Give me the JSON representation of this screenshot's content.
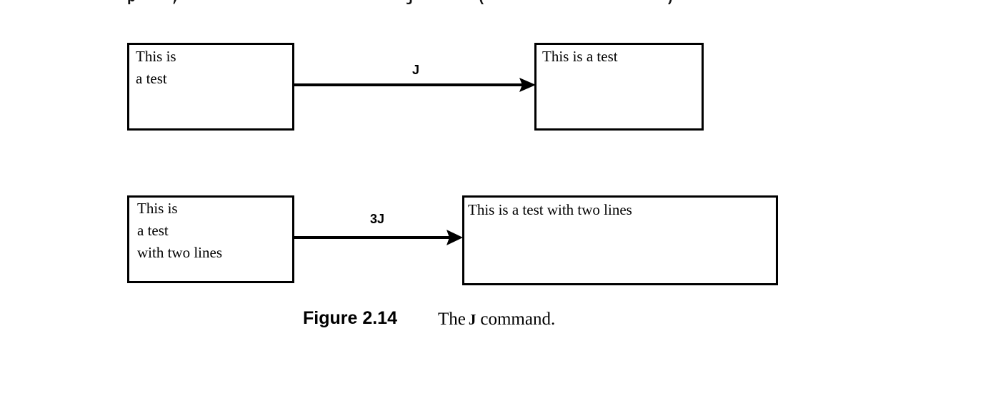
{
  "top_cutoff_fragments": [
    "p",
    ",",
    "j",
    "(",
    ")"
  ],
  "diagram": {
    "row1": {
      "before_lines": [
        "This is",
        "a test"
      ],
      "command": "J",
      "after_lines": [
        "This is a test"
      ]
    },
    "row2": {
      "before_lines": [
        "This is",
        "a test",
        "with two lines"
      ],
      "command": "3J",
      "after_lines": [
        "This is a test with two lines"
      ]
    }
  },
  "caption": {
    "label": "Figure 2.14",
    "text_before": "The",
    "command": "J",
    "text_after": "command."
  }
}
